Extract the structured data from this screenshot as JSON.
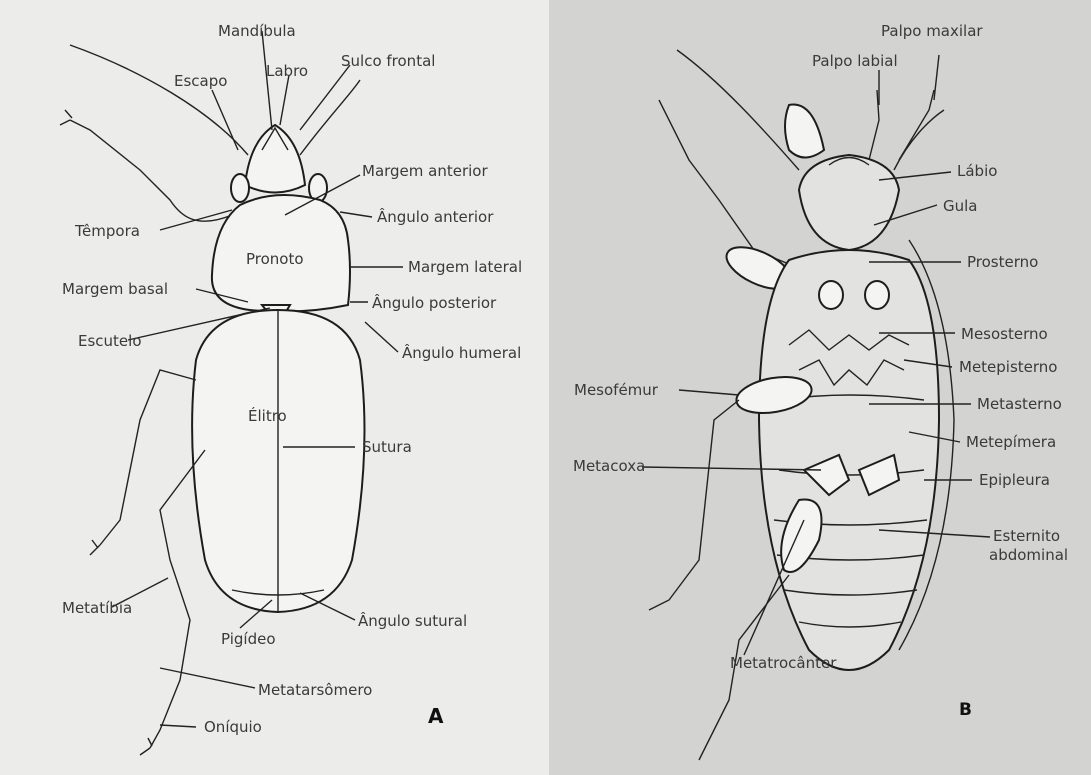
{
  "panel_a": {
    "letter": "A",
    "labels": {
      "mandibula": "Mandíbula",
      "escapo": "Escapo",
      "labro": "Labro",
      "sulco_frontal": "Sulco frontal",
      "margem_anterior": "Margem anterior",
      "tempora": "Têmpora",
      "angulo_anterior": "Ângulo anterior",
      "pronoto": "Pronoto",
      "margem_lateral": "Margem lateral",
      "margem_basal": "Margem basal",
      "angulo_posterior": "Ângulo posterior",
      "escutelo": "Escutelo",
      "angulo_humeral": "Ângulo humeral",
      "elitro": "Élitro",
      "sutura": "Sutura",
      "metatibia": "Metatíbia",
      "angulo_sutural": "Ângulo sutural",
      "pigideo": "Pigídeo",
      "metatarsomero": "Metatarsômero",
      "oniquio": "Oníquio"
    }
  },
  "panel_b": {
    "letter": "B",
    "labels": {
      "palpo_maxilar": "Palpo maxilar",
      "palpo_labial": "Palpo labial",
      "labio": "Lábio",
      "gula": "Gula",
      "prosterno": "Prosterno",
      "mesosterno": "Mesosterno",
      "metepisterno": "Metepisterno",
      "mesofemur": "Mesofémur",
      "metasterno": "Metasterno",
      "metepimera": "Metepímera",
      "metacoxa": "Metacoxa",
      "epipleura": "Epipleura",
      "esternito_1": "Esternito",
      "esternito_2": "abdominal",
      "metatrocanter": "Metatrocânter"
    }
  }
}
